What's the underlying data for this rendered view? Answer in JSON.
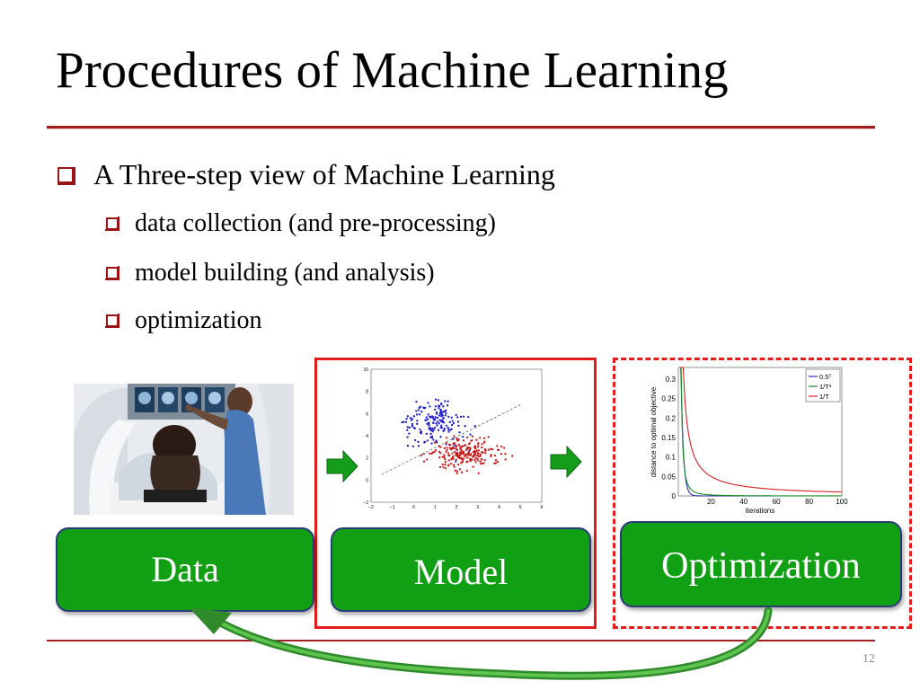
{
  "slide": {
    "title": "Procedures of Machine Learning",
    "main_bullet": "A Three-step view of Machine Learning",
    "sub_bullets": [
      "data collection (and pre-processing)",
      "model building (and analysis)",
      "optimization"
    ],
    "steps": {
      "data": "Data",
      "model": "Model",
      "optimization": "Optimization"
    },
    "page_number": "12"
  },
  "colors": {
    "accent_red": "#a11f1f",
    "box_green": "#11a014",
    "frame_red": "#e21b1b"
  },
  "icons": {
    "bullet": "checkbox-square-icon",
    "arrow": "right-arrow-icon",
    "loop": "curved-return-arrow-icon"
  },
  "scatter_chart": {
    "x_ticks": [
      "−2",
      "−1",
      "0",
      "1",
      "2",
      "3",
      "4",
      "5",
      "6"
    ],
    "y_ticks": [
      "−2",
      "0",
      "2",
      "4",
      "6",
      "8",
      "10"
    ],
    "xlim": [
      -2,
      6
    ],
    "ylim": [
      -2,
      10
    ],
    "series": [
      {
        "color": "#1a1acc",
        "center": [
          1.0,
          5.0
        ],
        "spread": [
          1.0,
          1.3
        ],
        "count": 170
      },
      {
        "color": "#cc1a1a",
        "center": [
          2.4,
          2.4
        ],
        "spread": [
          1.1,
          1.0
        ],
        "count": 230
      }
    ],
    "boundary": {
      "x": [
        -1.5,
        5.0
      ],
      "y": [
        0.5,
        6.8
      ]
    }
  },
  "chart_data": {
    "type": "line",
    "xlabel": "iterations",
    "ylabel": "distance to optimal objective",
    "x_ticks": [
      20,
      40,
      60,
      80,
      100
    ],
    "y_ticks": [
      "0",
      "0.05",
      "0.1",
      "0.15",
      "0.2",
      "0.25",
      "0.3"
    ],
    "xlim": [
      0,
      100
    ],
    "ylim": [
      0,
      0.33
    ],
    "legend_position": "top-right",
    "series": [
      {
        "name": "0.5ᵀ",
        "color": "#2a2ab0",
        "formula": "pow(0.5,T)"
      },
      {
        "name": "1/T²",
        "color": "#1a8a2a",
        "formula": "1/T^2"
      },
      {
        "name": "1/T",
        "color": "#d42020",
        "formula": "1/T"
      }
    ]
  }
}
